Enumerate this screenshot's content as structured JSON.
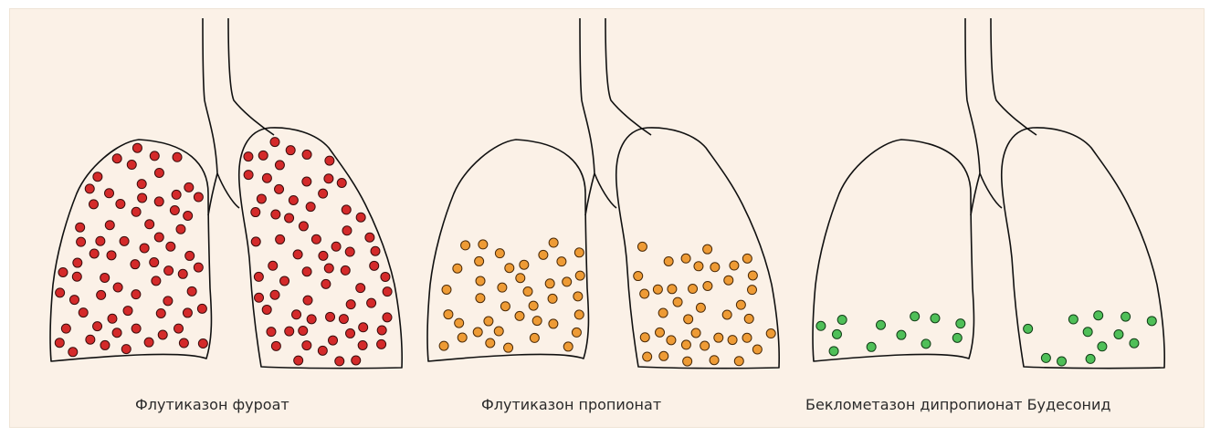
{
  "panels": [
    {
      "caption": "Флутиказон фуроат",
      "particle_color": "#d42a2a",
      "particle_stroke": "#3a0d0d",
      "particles_per_lung": 70
    },
    {
      "caption": "Флутиказон пропионат",
      "particle_color": "#ee9b35",
      "particle_stroke": "#4a2a08",
      "particles_per_lung": 40
    },
    {
      "caption": "Беклометазон дипропионат Будесонид",
      "particle_color": "#4fbf58",
      "particle_stroke": "#123d17",
      "particles_per_lung": 12
    }
  ]
}
